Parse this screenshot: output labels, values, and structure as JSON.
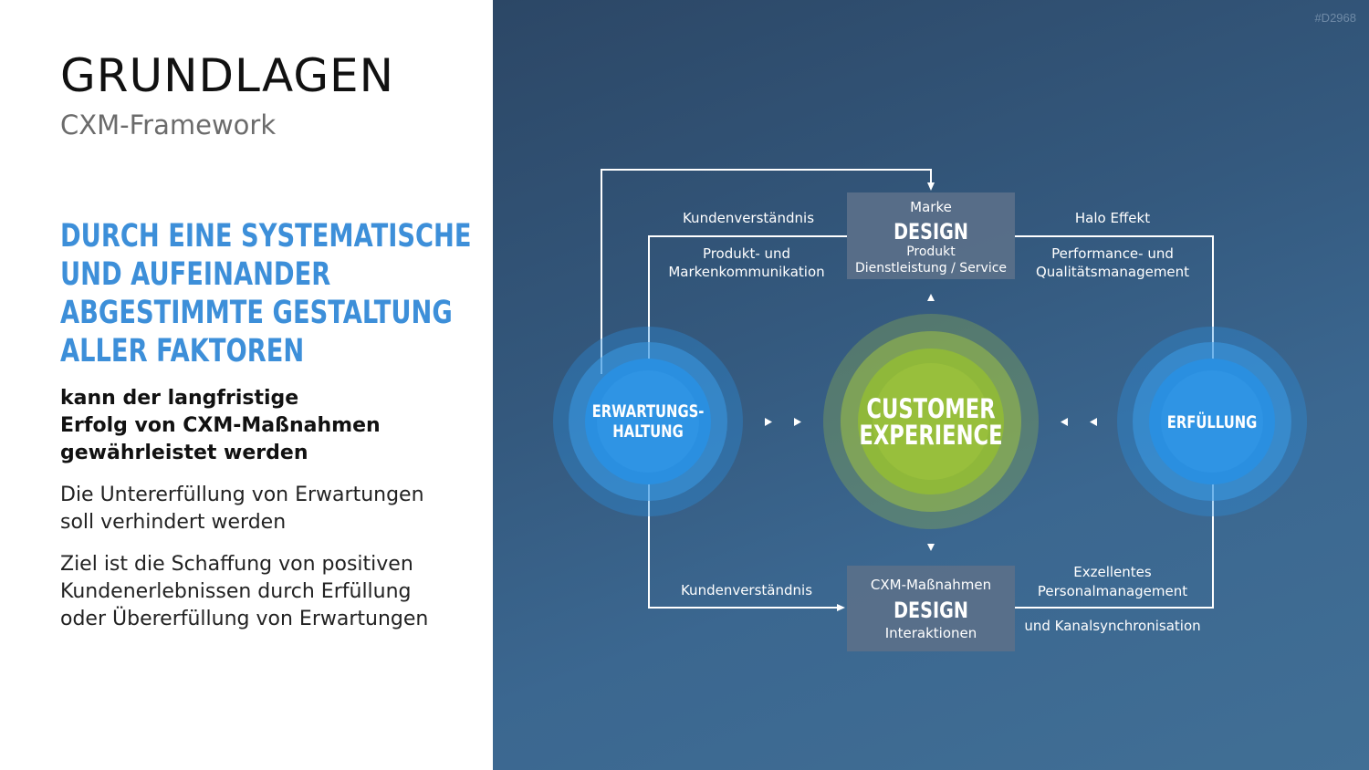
{
  "slide": {
    "title": "GRUNDLAGEN",
    "subtitle": "CXM-Framework",
    "headline_lines": [
      "Durch eine systematische",
      "und aufeinander",
      "abgestimmte Gestaltung",
      "aller Faktoren"
    ],
    "lead_lines": [
      "kann der langfristige",
      "Erfolg von CXM-Maßnahmen",
      "gewährleistet werden"
    ],
    "paragraph1_lines": [
      "Die Untererfüllung von Erwartungen",
      "soll verhindert werden"
    ],
    "paragraph2_lines": [
      "Ziel ist die Schaffung von positiven",
      "Kundenerlebnissen durch Erfüllung",
      "oder Übererfüllung von Erwartungen"
    ],
    "tag": "#D2968"
  },
  "diagram": {
    "top_box": {
      "top": "Marke",
      "title": "DESIGN",
      "line1": "Produkt",
      "line2": "Dienstleistung / Service"
    },
    "bottom_box": {
      "top": "CXM-Maßnahmen",
      "title": "DESIGN",
      "line1": "Interaktionen"
    },
    "left_circle": {
      "line1": "ERWARTUNGS-",
      "line2": "HALTUNG"
    },
    "center_circle": {
      "line1": "CUSTOMER",
      "line2": "EXPERIENCE"
    },
    "right_circle": {
      "line1": "ERFÜLLUNG"
    },
    "labels": {
      "top_left_1": "Kundenverständnis",
      "top_left_2a": "Produkt- und",
      "top_left_2b": "Markenkommunikation",
      "top_right_1": "Halo Effekt",
      "top_right_2a": "Performance- und",
      "top_right_2b": "Qualitätsmanagement",
      "bottom_left": "Kundenverständnis",
      "bottom_right_1a": "Exzellentes",
      "bottom_right_1b": "Personalmanagement",
      "bottom_right_2": "und Kanalsynchronisation"
    },
    "colors": {
      "blue_inner": "#2a8fe0",
      "blue_ring": "#3a9ae6",
      "green_inner": "#8fb83a",
      "green_ring": "#a6c73f",
      "box": "#5b708a",
      "line": "#ffffff",
      "headline": "#3d8fd9"
    }
  }
}
